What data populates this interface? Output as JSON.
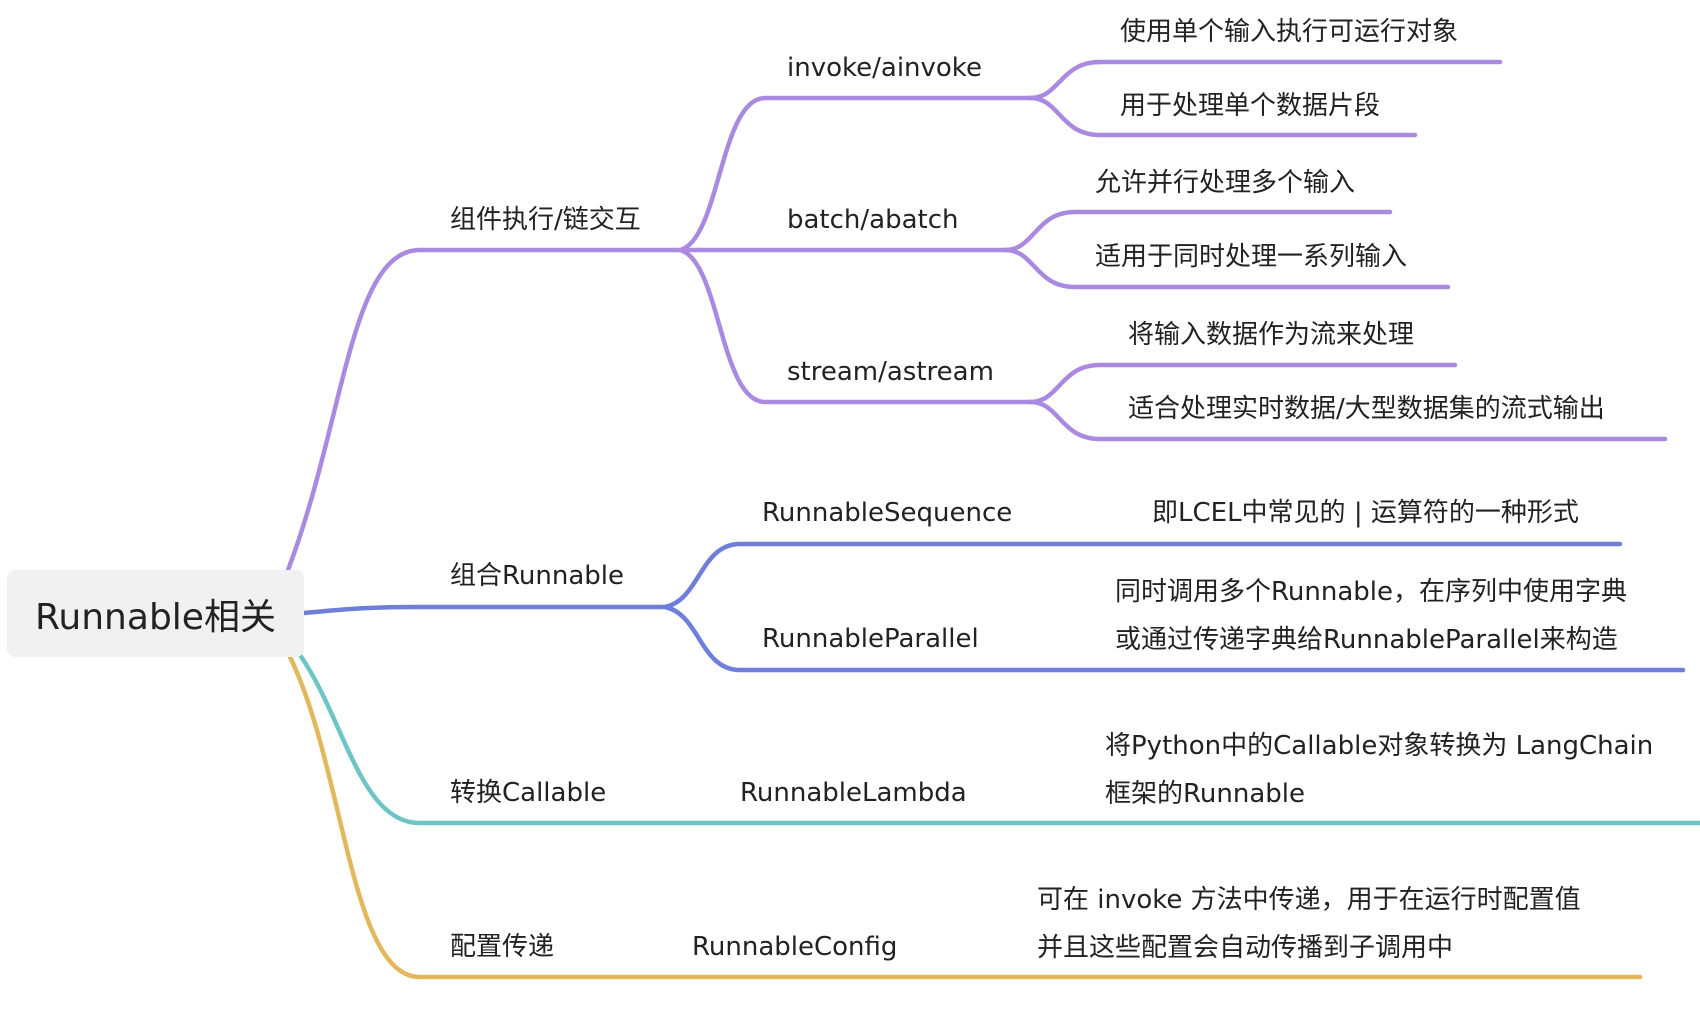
{
  "root": {
    "label": "Runnable相关"
  },
  "colors": {
    "purple": "#a98ae0",
    "blue": "#6d7fd8",
    "teal": "#6fc5c6",
    "gold": "#e3b85c",
    "root_bg": "#f0f1f0"
  },
  "branches": [
    {
      "label": "组件执行/链交互",
      "color": "#a98ae0",
      "children": [
        {
          "label": "invoke/ainvoke",
          "details": [
            "使用单个输入执行可运行对象",
            "用于处理单个数据片段"
          ]
        },
        {
          "label": "batch/abatch",
          "details": [
            "允许并行处理多个输入",
            "适用于同时处理一系列输入"
          ]
        },
        {
          "label": "stream/astream",
          "details": [
            "将输入数据作为流来处理",
            "适合处理实时数据/大型数据集的流式输出"
          ]
        }
      ]
    },
    {
      "label": "组合Runnable",
      "color": "#6d7fd8",
      "children": [
        {
          "label": "RunnableSequence",
          "details": [
            "即LCEL中常见的 | 运算符的一种形式"
          ]
        },
        {
          "label": "RunnableParallel",
          "details": [
            "同时调用多个Runnable，在序列中使用字典",
            "或通过传递字典给RunnableParallel来构造"
          ]
        }
      ]
    },
    {
      "label": "转换Callable",
      "color": "#6fc5c6",
      "children": [
        {
          "label": "RunnableLambda",
          "details": [
            "将Python中的Callable对象转换为 LangChain",
            "框架的Runnable"
          ]
        }
      ]
    },
    {
      "label": "配置传递",
      "color": "#e3b85c",
      "children": [
        {
          "label": "RunnableConfig",
          "details": [
            "可在 invoke 方法中传递，用于在运行时配置值",
            "并且这些配置会自动传播到子调用中"
          ]
        }
      ]
    }
  ]
}
